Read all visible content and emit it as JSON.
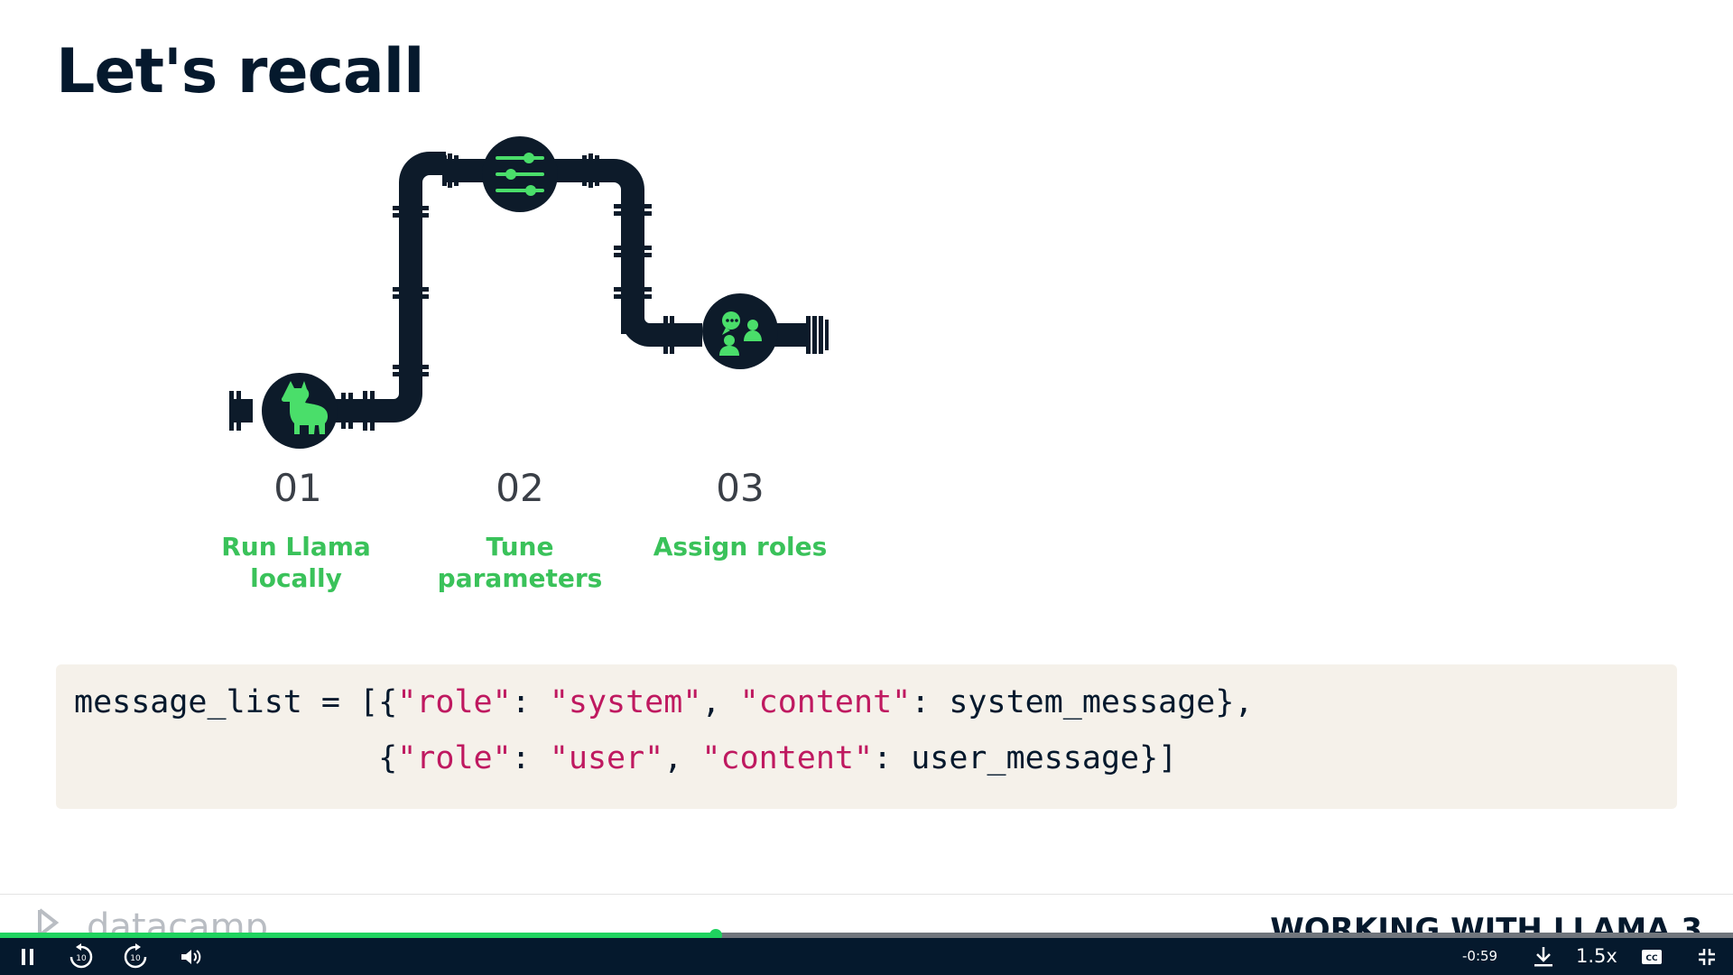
{
  "slide": {
    "title": "Let's recall",
    "steps": [
      {
        "number": "01",
        "label_line1": "Run Llama",
        "label_line2": "locally",
        "icon": "llama-icon"
      },
      {
        "number": "02",
        "label_line1": "Tune",
        "label_line2": "parameters",
        "icon": "sliders-icon"
      },
      {
        "number": "03",
        "label_line1": "Assign roles",
        "label_line2": "",
        "icon": "chat-users-icon"
      }
    ],
    "code": {
      "line1": {
        "p1": "message_list = [{",
        "s1": "\"role\"",
        "p2": ": ",
        "s2": "\"system\"",
        "p3": ", ",
        "s3": "\"content\"",
        "p4": ": system_message},"
      },
      "line2": {
        "p1": "                {",
        "s1": "\"role\"",
        "p2": ": ",
        "s2": "\"user\"",
        "p3": ", ",
        "s3": "\"content\"",
        "p4": ": user_message}]"
      }
    },
    "brand": "datacamp",
    "course_title": "WORKING WITH LLAMA 3"
  },
  "player": {
    "progress": 0.413,
    "time_remaining": "-0:59",
    "speed": "1.5x",
    "rewind_label": "10",
    "forward_label": "10"
  },
  "colors": {
    "navy": "#05192d",
    "green": "#3ac25a",
    "code_bg": "#f5f1ea",
    "string": "#bf1960",
    "progress": "#1fd35f"
  }
}
